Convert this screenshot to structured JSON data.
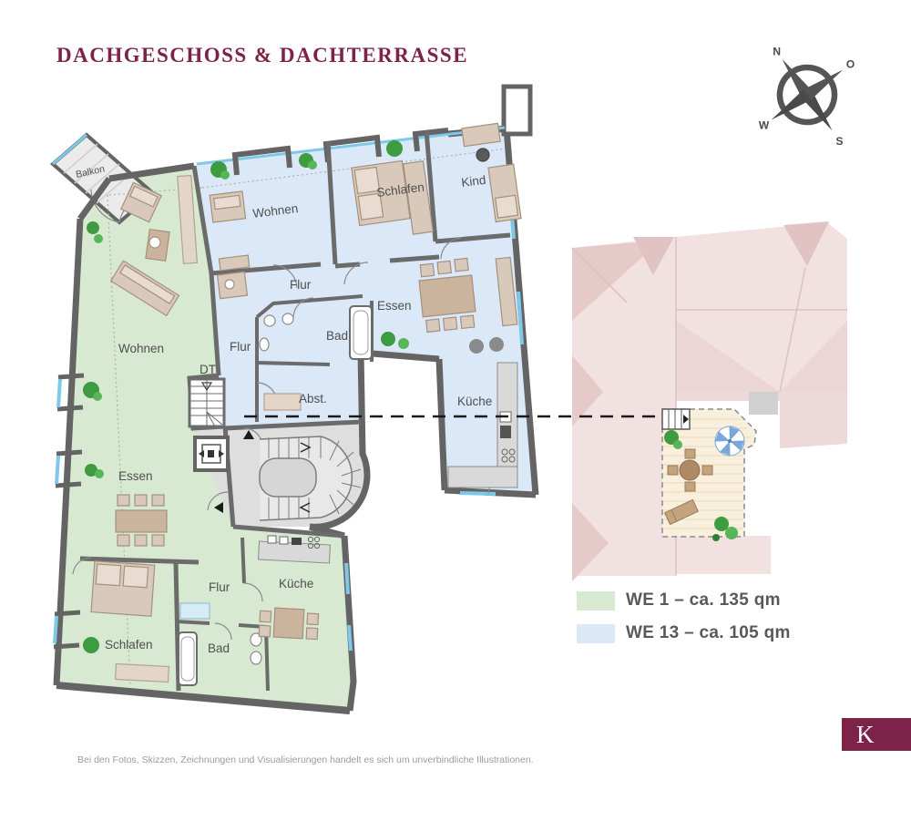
{
  "page": {
    "title": "DACHGESCHOSS & DACHTERRASSE",
    "footer": "Bei den Fotos, Skizzen, Zeichnungen und Visualisierungen handelt es sich um unverbindliche Illustrationen.",
    "logo_letter": "K"
  },
  "compass": {
    "n": "N",
    "o": "O",
    "s": "S",
    "w": "W"
  },
  "legend": {
    "items": [
      {
        "label": "WE 1 – ca. 135 qm",
        "color": "#d8e9d2"
      },
      {
        "label": "WE 13 – ca. 105 qm",
        "color": "#dbe8f7"
      }
    ]
  },
  "plan": {
    "we1": {
      "balkon": "Balkon",
      "wohnen": "Wohnen",
      "essen": "Essen",
      "schlafen": "Schlafen",
      "bad": "Bad",
      "flur": "Flur",
      "kueche": "Küche",
      "dt": "DT"
    },
    "we13": {
      "wohnen": "Wohnen",
      "schlafen": "Schlafen",
      "kind": "Kind",
      "flur_top": "Flur",
      "flur_left": "Flur",
      "essen": "Essen",
      "bad": "Bad",
      "abstell": "Abst.",
      "kueche": "Küche"
    }
  },
  "colors": {
    "title": "#7d2248",
    "we1_fill": "#d8e9d2",
    "we13_fill": "#dbe8f7",
    "wall": "#646464",
    "stairwell": "#dedede",
    "window": "#7ec8ea",
    "roof": "#f2e1e1",
    "roof_shade": "#e6caca",
    "terrace": "#f8efdd",
    "furniture": "#d9c9ba",
    "plant": "#3f9b3f",
    "parasol": "#7aa7d9"
  }
}
